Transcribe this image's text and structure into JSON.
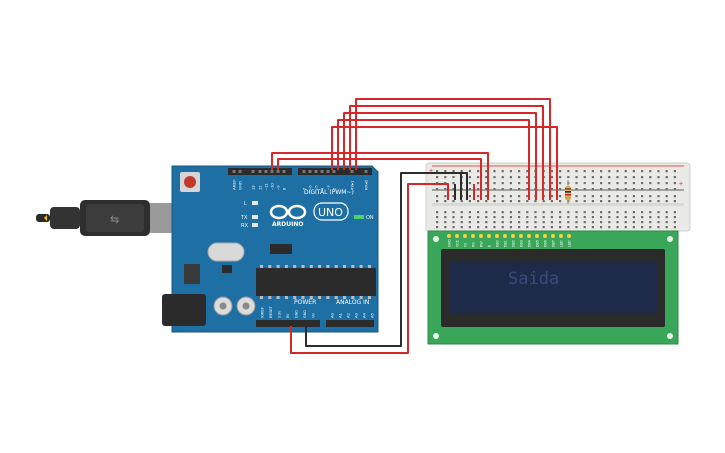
{
  "arduino": {
    "brand": "ARDUINO",
    "model": "UNO",
    "on_label": "ON",
    "tx_label": "TX",
    "rx_label": "RX",
    "l_label": "L",
    "digital_label": "DIGITAL (PWM~)",
    "power_label": "POWER",
    "analog_label": "ANALOG IN",
    "top_pins": [
      "AREF",
      "GND",
      "13",
      "12",
      "~11",
      "~10",
      "~9",
      "8",
      "7",
      "~6",
      "~5",
      "4",
      "~3",
      "2",
      "TX▸1",
      "RX◂0"
    ],
    "power_pins": [
      "IOREF",
      "RESET",
      "3.3V",
      "5V",
      "GND",
      "GND",
      "Vin"
    ],
    "analog_pins": [
      "A0",
      "A1",
      "A2",
      "A3",
      "A4",
      "A5"
    ]
  },
  "lcd": {
    "text": "Saida",
    "pins": [
      "GND",
      "VCC",
      "V0",
      "RS",
      "RW",
      "E",
      "DB0",
      "DB1",
      "DB2",
      "DB3",
      "DB4",
      "DB5",
      "DB6",
      "DB7",
      "LED",
      "LED"
    ]
  },
  "colors": {
    "board": "#1e6fa3",
    "board_dark": "#17597f",
    "wire_red": "#d62828",
    "wire_black": "#2b2b2b",
    "lcd_pcb": "#3aa65a",
    "lcd_screen": "#1e2a4a",
    "lcd_text": "#3a4b7a",
    "breadboard": "#e9e9e6"
  }
}
